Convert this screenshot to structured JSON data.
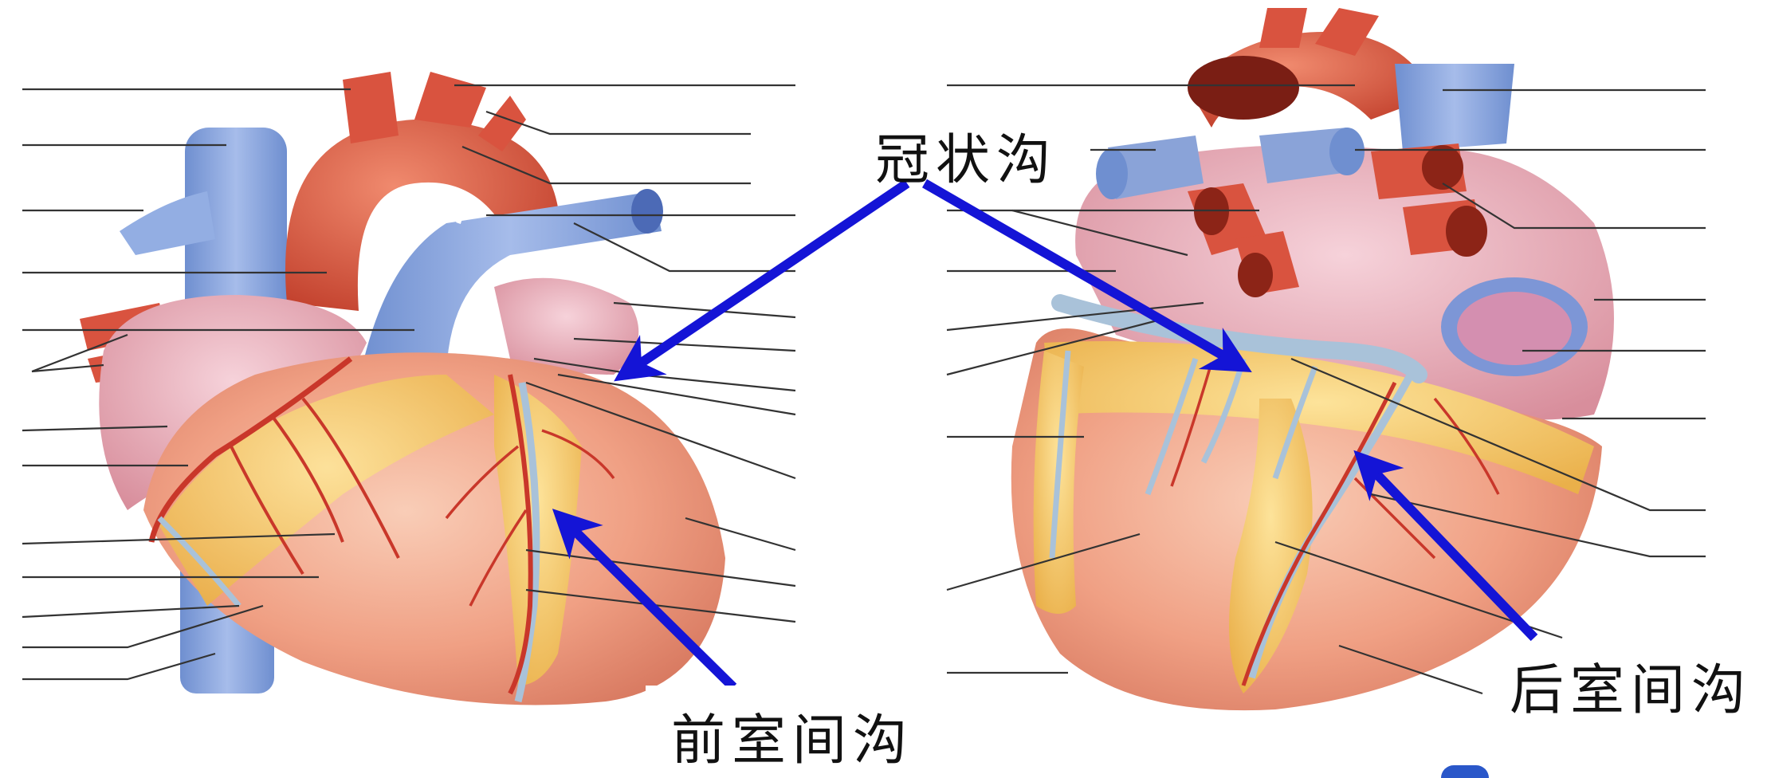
{
  "labels": {
    "coronary_sulcus": "冠状沟",
    "anterior_interventricular_sulcus": "前室间沟",
    "posterior_interventricular_sulcus": "后室间沟"
  },
  "colors": {
    "arrow": "#1414d6",
    "artery": "#d9533f",
    "vein": "#8aa3d8",
    "fat": "#f2c15a",
    "myocardium": "#f0a78a",
    "atrium": "#e8b3bf",
    "leader_line": "#333333"
  }
}
